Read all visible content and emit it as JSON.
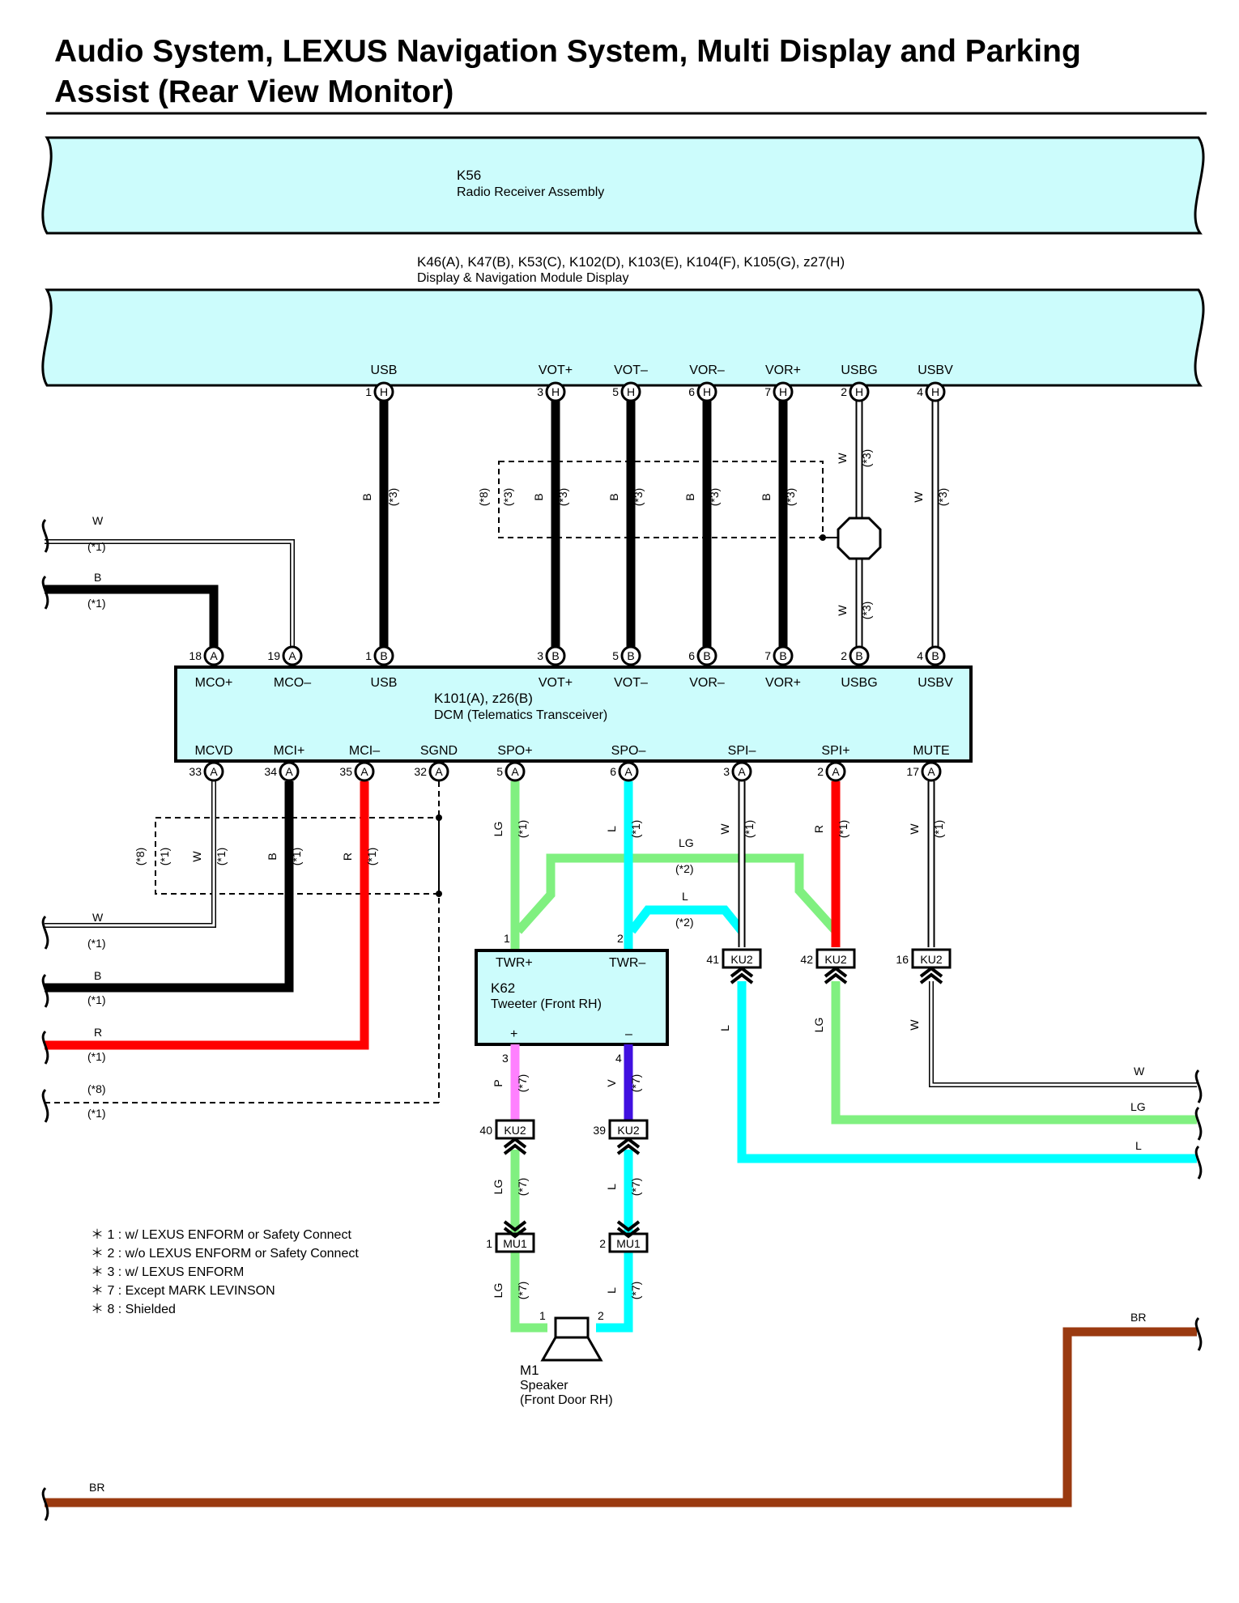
{
  "title_line1": "Audio System, LEXUS Navigation System, Multi Display and Parking",
  "title_line2": "Assist (Rear View Monitor)",
  "k56": {
    "id": "K56",
    "name": "Radio Receiver Assembly"
  },
  "k46": {
    "id": "K46(A), K47(B), K53(C), K102(D), K103(E), K104(F), K105(G), z27(H)",
    "name": "Display & Navigation Module Display"
  },
  "k101": {
    "id": "K101(A), z26(B)",
    "name": "DCM (Telematics Transceiver)"
  },
  "k62": {
    "id": "K62",
    "name": "Tweeter (Front RH)",
    "pin_twr_plus": "TWR+",
    "pin_twr_minus": "TWR–",
    "plus": "+",
    "minus": "–"
  },
  "m1": {
    "id": "M1",
    "name": "Speaker",
    "name2": "(Front Door RH)"
  },
  "nav_pins": {
    "usb": {
      "label": "USB",
      "num": "1",
      "conn": "H"
    },
    "votp": {
      "label": "VOT+",
      "num": "3",
      "conn": "H"
    },
    "votm": {
      "label": "VOT–",
      "num": "5",
      "conn": "H"
    },
    "vorm": {
      "label": "VOR–",
      "num": "6",
      "conn": "H"
    },
    "vorp": {
      "label": "VOR+",
      "num": "7",
      "conn": "H"
    },
    "usbg": {
      "label": "USBG",
      "num": "2",
      "conn": "H"
    },
    "usbv": {
      "label": "USBV",
      "num": "4",
      "conn": "H"
    }
  },
  "dcm_top_pins": {
    "mcop": {
      "label": "MCO+",
      "num": "18",
      "conn": "A"
    },
    "mcom": {
      "label": "MCO–",
      "num": "19",
      "conn": "A"
    },
    "usb": {
      "label": "USB",
      "num": "1",
      "conn": "B"
    },
    "votp": {
      "label": "VOT+",
      "num": "3",
      "conn": "B"
    },
    "votm": {
      "label": "VOT–",
      "num": "5",
      "conn": "B"
    },
    "vorm": {
      "label": "VOR–",
      "num": "6",
      "conn": "B"
    },
    "vorp": {
      "label": "VOR+",
      "num": "7",
      "conn": "B"
    },
    "usbg": {
      "label": "USBG",
      "num": "2",
      "conn": "B"
    },
    "usbv": {
      "label": "USBV",
      "num": "4",
      "conn": "B"
    }
  },
  "dcm_bottom_pins": {
    "mcvd": {
      "label": "MCVD",
      "num": "33",
      "conn": "A"
    },
    "mcip": {
      "label": "MCI+",
      "num": "34",
      "conn": "A"
    },
    "mcim": {
      "label": "MCI–",
      "num": "35",
      "conn": "A"
    },
    "sgnd": {
      "label": "SGND",
      "num": "32",
      "conn": "A"
    },
    "spop": {
      "label": "SPO+",
      "num": "5",
      "conn": "A"
    },
    "spom": {
      "label": "SPO–",
      "num": "6",
      "conn": "A"
    },
    "spim": {
      "label": "SPI–",
      "num": "3",
      "conn": "A"
    },
    "spip": {
      "label": "SPI+",
      "num": "2",
      "conn": "A"
    },
    "mute": {
      "label": "MUTE",
      "num": "17",
      "conn": "A"
    }
  },
  "connectors": {
    "ku2_41": {
      "num": "41",
      "label": "KU2"
    },
    "ku2_42": {
      "num": "42",
      "label": "KU2"
    },
    "ku2_16": {
      "num": "16",
      "label": "KU2"
    },
    "ku2_40": {
      "num": "40",
      "label": "KU2"
    },
    "ku2_39": {
      "num": "39",
      "label": "KU2"
    },
    "mu1_1": {
      "num": "1",
      "label": "MU1"
    },
    "mu1_2": {
      "num": "2",
      "label": "MU1"
    }
  },
  "misc_pins": {
    "twr_1": "1",
    "twr_2": "2",
    "k62_3": "3",
    "k62_4": "4",
    "m1_1": "1",
    "m1_2": "2"
  },
  "wire_colors": {
    "W": "W",
    "B": "B",
    "R": "R",
    "LG": "LG",
    "L": "L",
    "P": "P",
    "V": "V",
    "BR": "BR"
  },
  "notes": {
    "n1": "*1",
    "n2": "*2",
    "n3": "*3",
    "n7": "*7",
    "n8": "*8"
  },
  "notes_text": {
    "n1": "(*1)",
    "n2": "(*2)",
    "n3": "(*3)",
    "n7": "(*7)",
    "n8": "(*8)"
  },
  "legend": [
    "＊ 1 : w/ LEXUS ENFORM or Safety Connect",
    "＊ 2 : w/o LEXUS ENFORM or Safety Connect",
    "＊ 3 : w/ LEXUS ENFORM",
    "＊ 7 : Except MARK LEVINSON",
    "＊ 8 : Shielded"
  ],
  "palette": {
    "black": "#000000",
    "white": "#ffffff",
    "red": "#ff0000",
    "lightgreen": "#80f080",
    "cyan": "#00ffff",
    "pink": "#ff80ff",
    "violet": "#4010e0",
    "brown": "#9a3a10",
    "box": "#ccfcfc"
  }
}
